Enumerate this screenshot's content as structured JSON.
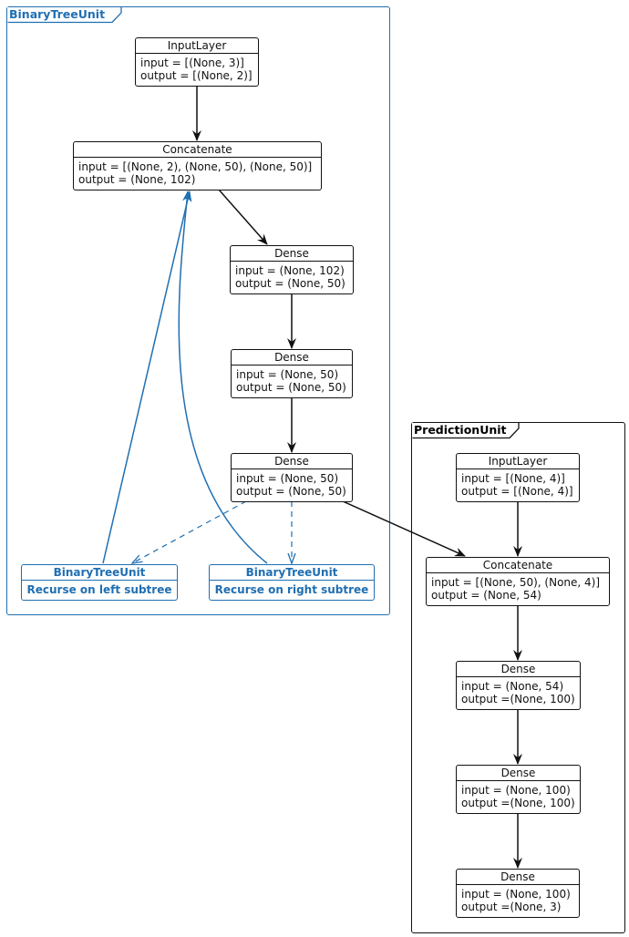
{
  "binary_tree_unit": {
    "title": "BinaryTreeUnit",
    "input_layer": {
      "title": "InputLayer",
      "input": "input  = [(None, 3)]",
      "output": "output = [(None, 2)]"
    },
    "concatenate": {
      "title": "Concatenate",
      "input": "input  = [(None, 2), (None, 50), (None, 50)]",
      "output": "output = (None, 102)"
    },
    "dense_1": {
      "title": "Dense",
      "input": "input  = (None, 102)",
      "output": "output = (None, 50)"
    },
    "dense_2": {
      "title": "Dense",
      "input": "input  = (None, 50)",
      "output": "output = (None, 50)"
    },
    "dense_3": {
      "title": "Dense",
      "input": "input  = (None, 50)",
      "output": "output = (None, 50)"
    },
    "left_recursion": {
      "title": "BinaryTreeUnit",
      "body": "Recurse on left subtree"
    },
    "right_recursion": {
      "title": "BinaryTreeUnit",
      "body": "Recurse on right subtree"
    }
  },
  "prediction_unit": {
    "title": "PredictionUnit",
    "input_layer": {
      "title": "InputLayer",
      "input": "input  = [(None, 4)]",
      "output": "output = [(None, 4)]"
    },
    "concatenate": {
      "title": "Concatenate",
      "input": "input  = [(None, 50), (None, 4)]",
      "output": "output = (None, 54)"
    },
    "dense_1": {
      "title": "Dense",
      "input": "input  = (None, 54)",
      "output": "output =(None, 100)"
    },
    "dense_2": {
      "title": "Dense",
      "input": "input  = (None, 100)",
      "output": "output =(None, 100)"
    },
    "dense_3": {
      "title": "Dense",
      "input": "input  = (None, 100)",
      "output": "output =(None, 3)"
    }
  },
  "colors": {
    "recursion": "#1f6fb2",
    "edge": "#111111",
    "background": "#ffffff"
  }
}
